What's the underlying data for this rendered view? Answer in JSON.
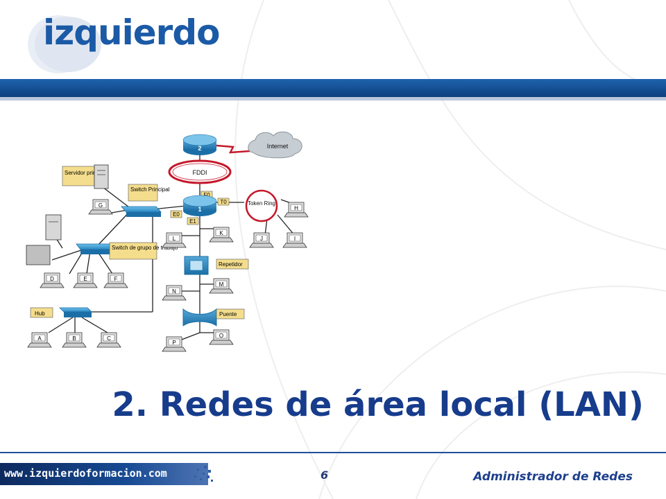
{
  "brand": {
    "logo_text": "izquierdo",
    "colors": {
      "primary": "#1b5aa6",
      "band": "#0d3f7e",
      "title": "#173c8c"
    }
  },
  "slide": {
    "title": "2. Redes de área local (LAN)",
    "page_number": "6"
  },
  "footer": {
    "url": "www.izquierdoformacion.com",
    "course": "Administrador de Redes"
  },
  "diagram": {
    "nodes": {
      "internet": "Internet",
      "fddi": "FDDI",
      "token_ring": "Token Ring",
      "router_2": "2",
      "router_1": "1",
      "switch_principal": "Switch Principal",
      "switch_grupo": "Switch de grupo de trabajo",
      "servidor": "Servidor principal",
      "hub": "Hub",
      "repetidor": "Repetidor",
      "puente": "Puente"
    },
    "ports": {
      "f0": "F0",
      "t0": "T0",
      "e0": "E0",
      "e1": "E1"
    },
    "hosts": {
      "a": "A",
      "b": "B",
      "c": "C",
      "d": "D",
      "e": "E",
      "f": "F",
      "g": "G",
      "h": "H",
      "i": "I",
      "j": "J",
      "k": "K",
      "l": "L",
      "m": "M",
      "n": "N",
      "o": "O",
      "p": "P"
    }
  }
}
